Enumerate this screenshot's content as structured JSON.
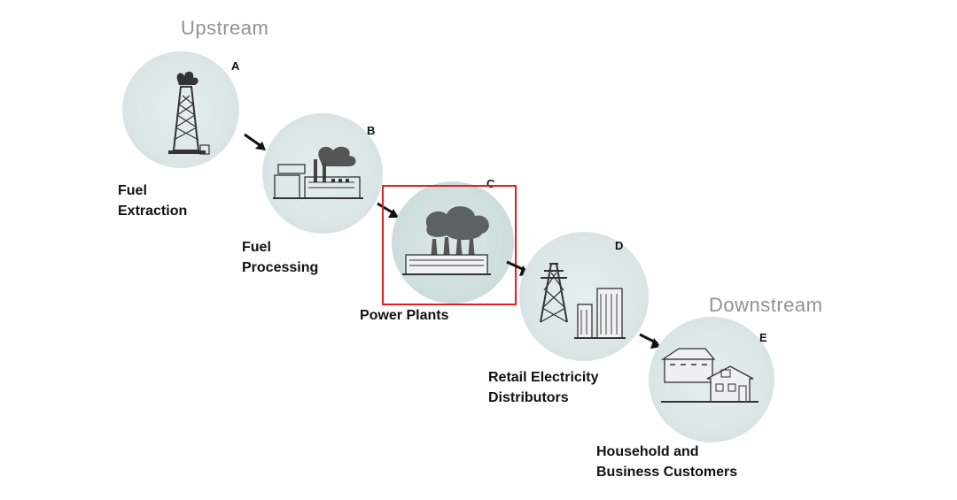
{
  "headings": {
    "upstream": "Upstream",
    "downstream": "Downstream"
  },
  "stages": [
    {
      "letter": "A",
      "label_lines": [
        "Fuel",
        "Extraction"
      ],
      "icon": "oil-derrick-icon"
    },
    {
      "letter": "B",
      "label_lines": [
        "Fuel",
        "Processing"
      ],
      "icon": "refinery-icon"
    },
    {
      "letter": "C",
      "label_lines": [
        "Power Plants"
      ],
      "icon": "power-plant-icon",
      "highlighted": true
    },
    {
      "letter": "D",
      "label_lines": [
        "Retail Electricity",
        "Distributors"
      ],
      "icon": "transmission-tower-icon"
    },
    {
      "letter": "E",
      "label_lines": [
        "Household and",
        "Business Customers"
      ],
      "icon": "houses-icon"
    }
  ],
  "highlight_color": "#e0201d"
}
